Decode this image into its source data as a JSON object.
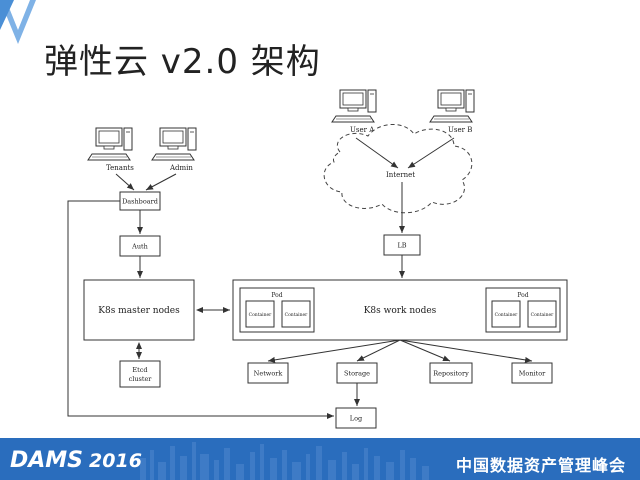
{
  "slide": {
    "title": "弹性云 v2.0 架构"
  },
  "users": {
    "tenants": "Tenants",
    "admin": "Admin",
    "user_a": "User A",
    "user_b": "User B"
  },
  "cloud": {
    "label": "Internet"
  },
  "nodes": {
    "dashboard": "Dashboard",
    "auth": "Auth",
    "lb": "LB",
    "master": "K8s master nodes",
    "work": "K8s work nodes",
    "etcd_line1": "Etcd",
    "etcd_line2": "cluster",
    "network": "Network",
    "storage": "Storage",
    "repository": "Repository",
    "monitor": "Monitor",
    "log": "Log"
  },
  "pods": [
    {
      "label": "Pod",
      "containers": [
        "Container",
        "Container"
      ]
    },
    {
      "label": "Pod",
      "containers": [
        "Container",
        "Container"
      ]
    }
  ],
  "footer": {
    "brand": "DAMS",
    "year": "2016",
    "summit": "中国数据资产管理峰会"
  },
  "colors": {
    "footer_bg": "#2a6dbd",
    "corner_accent": "#4a8fd6",
    "line": "#333333"
  }
}
